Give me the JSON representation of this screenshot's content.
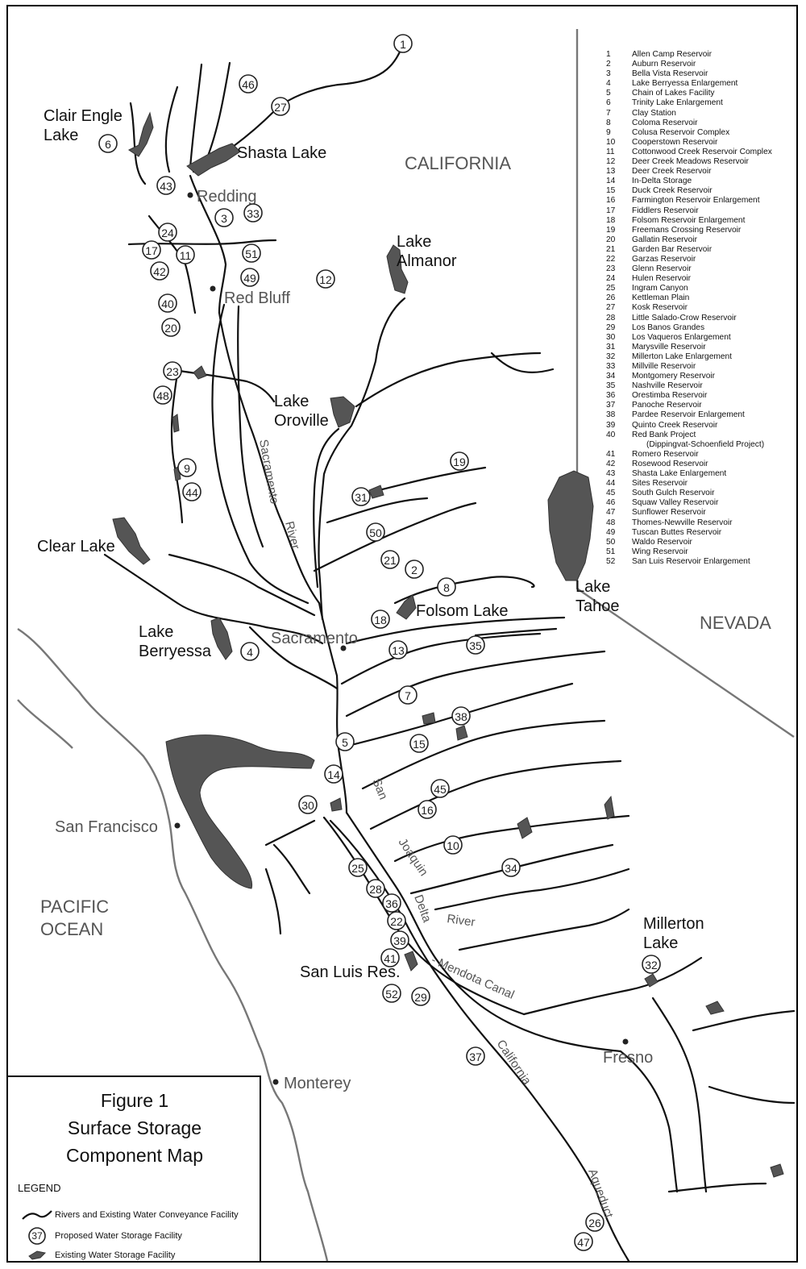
{
  "map": {
    "state_labels": {
      "california": "CALIFORNIA",
      "nevada": "NEVADA"
    },
    "ocean_label": [
      "PACIFIC",
      "OCEAN"
    ],
    "lakes": {
      "clair_engle": [
        "Clair Engle",
        "Lake"
      ],
      "shasta": "Shasta Lake",
      "almanor": [
        "Lake",
        "Almanor"
      ],
      "oroville": [
        "Lake",
        "Oroville"
      ],
      "clear": "Clear Lake",
      "berryessa": [
        "Lake",
        "Berryessa"
      ],
      "folsom": "Folsom Lake",
      "tahoe": [
        "Lake",
        "Tahoe"
      ],
      "millerton": [
        "Millerton",
        "Lake"
      ],
      "san_luis": "San Luis Res."
    },
    "cities": {
      "redding": "Redding",
      "red_bluff": "Red Bluff",
      "sacramento": "Sacramento",
      "san_francisco": "San Francisco",
      "monterey": "Monterey",
      "fresno": "Fresno"
    },
    "waterways": {
      "sacramento_river": [
        "Sacramento",
        "River"
      ],
      "san_joaquin_river": [
        "San",
        "Joaquin",
        "River"
      ],
      "delta_mendota": [
        "Delta",
        "- Mendota Canal"
      ],
      "california_aqueduct": [
        "California",
        "Aqueduct"
      ]
    }
  },
  "index": [
    {
      "n": "1",
      "name": "Allen Camp Reservoir"
    },
    {
      "n": "2",
      "name": "Auburn Reservoir"
    },
    {
      "n": "3",
      "name": "Bella Vista Reservoir"
    },
    {
      "n": "4",
      "name": "Lake Berryessa Enlargement"
    },
    {
      "n": "5",
      "name": "Chain of Lakes Facility"
    },
    {
      "n": "6",
      "name": "Trinity Lake Enlargement"
    },
    {
      "n": "7",
      "name": "Clay Station"
    },
    {
      "n": "8",
      "name": "Coloma Reservoir"
    },
    {
      "n": "9",
      "name": "Colusa Reservoir Complex"
    },
    {
      "n": "10",
      "name": "Cooperstown Reservoir"
    },
    {
      "n": "11",
      "name": "Cottonwood Creek Reservoir Complex"
    },
    {
      "n": "12",
      "name": "Deer Creek Meadows Reservoir"
    },
    {
      "n": "13",
      "name": "Deer Creek Reservoir"
    },
    {
      "n": "14",
      "name": "In-Delta Storage"
    },
    {
      "n": "15",
      "name": "Duck Creek Reservoir"
    },
    {
      "n": "16",
      "name": "Farmington Reservoir Enlargement"
    },
    {
      "n": "17",
      "name": "Fiddlers Reservoir"
    },
    {
      "n": "18",
      "name": "Folsom Reservoir Enlargement"
    },
    {
      "n": "19",
      "name": "Freemans Crossing Reservoir"
    },
    {
      "n": "20",
      "name": "Gallatin Reservoir"
    },
    {
      "n": "21",
      "name": "Garden Bar Reservoir"
    },
    {
      "n": "22",
      "name": "Garzas Reservoir"
    },
    {
      "n": "23",
      "name": "Glenn Reservoir"
    },
    {
      "n": "24",
      "name": "Hulen Reservoir"
    },
    {
      "n": "25",
      "name": "Ingram Canyon"
    },
    {
      "n": "26",
      "name": "Kettleman Plain"
    },
    {
      "n": "27",
      "name": "Kosk Reservoir"
    },
    {
      "n": "28",
      "name": "Little Salado-Crow Reservoir"
    },
    {
      "n": "29",
      "name": "Los Banos Grandes"
    },
    {
      "n": "30",
      "name": "Los Vaqueros Enlargement"
    },
    {
      "n": "31",
      "name": "Marysville Reservoir"
    },
    {
      "n": "32",
      "name": "Millerton Lake Enlargement"
    },
    {
      "n": "33",
      "name": "Millville Reservoir"
    },
    {
      "n": "34",
      "name": "Montgomery Reservoir"
    },
    {
      "n": "35",
      "name": "Nashville Reservoir"
    },
    {
      "n": "36",
      "name": "Orestimba Reservoir"
    },
    {
      "n": "37",
      "name": "Panoche Reservoir"
    },
    {
      "n": "38",
      "name": "Pardee Reservoir Enlargement"
    },
    {
      "n": "39",
      "name": "Quinto Creek Reservoir"
    },
    {
      "n": "40",
      "name": "Red Bank Project"
    },
    {
      "n": "",
      "name": "(Dippingvat-Schoenfield Project)"
    },
    {
      "n": "41",
      "name": "Romero Reservoir"
    },
    {
      "n": "42",
      "name": "Rosewood Reservoir"
    },
    {
      "n": "43",
      "name": "Shasta Lake Enlargement"
    },
    {
      "n": "44",
      "name": "Sites Reservoir"
    },
    {
      "n": "45",
      "name": "South Gulch Reservoir"
    },
    {
      "n": "46",
      "name": "Squaw Valley Reservoir"
    },
    {
      "n": "47",
      "name": "Sunflower Reservoir"
    },
    {
      "n": "48",
      "name": "Thomes-Newville Reservoir"
    },
    {
      "n": "49",
      "name": "Tuscan Buttes Reservoir"
    },
    {
      "n": "50",
      "name": "Waldo Reservoir"
    },
    {
      "n": "51",
      "name": "Wing Reservoir"
    },
    {
      "n": "52",
      "name": "San Luis Reservoir Enlargement"
    }
  ],
  "figure": {
    "title_lines": [
      "Figure  1",
      "Surface Storage",
      "Component Map"
    ],
    "legend_heading": "LEGEND",
    "legend_items": [
      {
        "icon": "river-line-icon",
        "label": "Rivers and Existing Water Conveyance Facility"
      },
      {
        "icon": "numbered-circle-icon",
        "symbol": "37",
        "label": "Proposed Water Storage Facility"
      },
      {
        "icon": "lake-shape-icon",
        "label": "Existing Water Storage Facility"
      }
    ]
  },
  "markers": [
    "1",
    "2",
    "3",
    "4",
    "5",
    "6",
    "7",
    "8",
    "9",
    "10",
    "11",
    "12",
    "13",
    "14",
    "15",
    "16",
    "17",
    "18",
    "19",
    "20",
    "21",
    "22",
    "23",
    "24",
    "25",
    "26",
    "27",
    "28",
    "29",
    "30",
    "31",
    "32",
    "33",
    "34",
    "35",
    "36",
    "37",
    "38",
    "39",
    "40",
    "41",
    "42",
    "43",
    "44",
    "45",
    "46",
    "47",
    "48",
    "49",
    "50",
    "51",
    "52"
  ],
  "colors": {
    "lake_fill": "#555555",
    "coast": "#777777",
    "river": "#111111"
  }
}
